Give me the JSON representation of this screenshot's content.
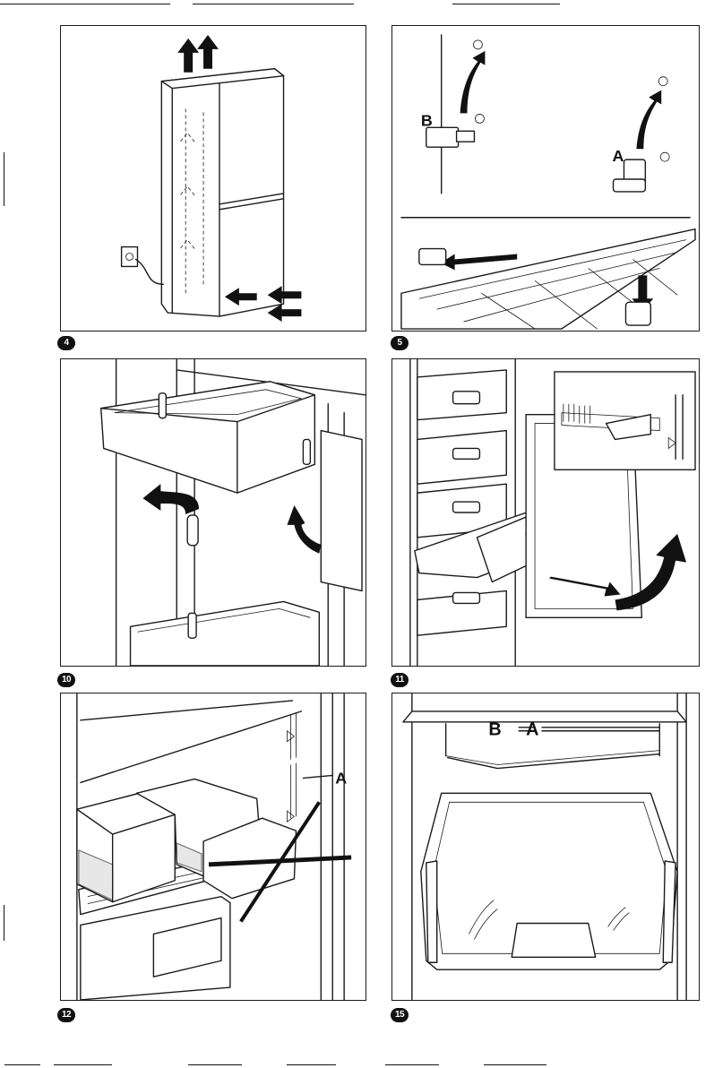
{
  "figures": [
    {
      "id": "fig-4",
      "badge": "4"
    },
    {
      "id": "fig-5",
      "badge": "5",
      "labels": {
        "b": "B",
        "a": "A"
      }
    },
    {
      "id": "fig-10",
      "badge": "10"
    },
    {
      "id": "fig-11",
      "badge": "11"
    },
    {
      "id": "fig-12",
      "badge": "12",
      "labels": {
        "a": "A"
      }
    },
    {
      "id": "fig-15",
      "badge": "15",
      "labels": {
        "b": "B",
        "a": "A"
      }
    }
  ]
}
